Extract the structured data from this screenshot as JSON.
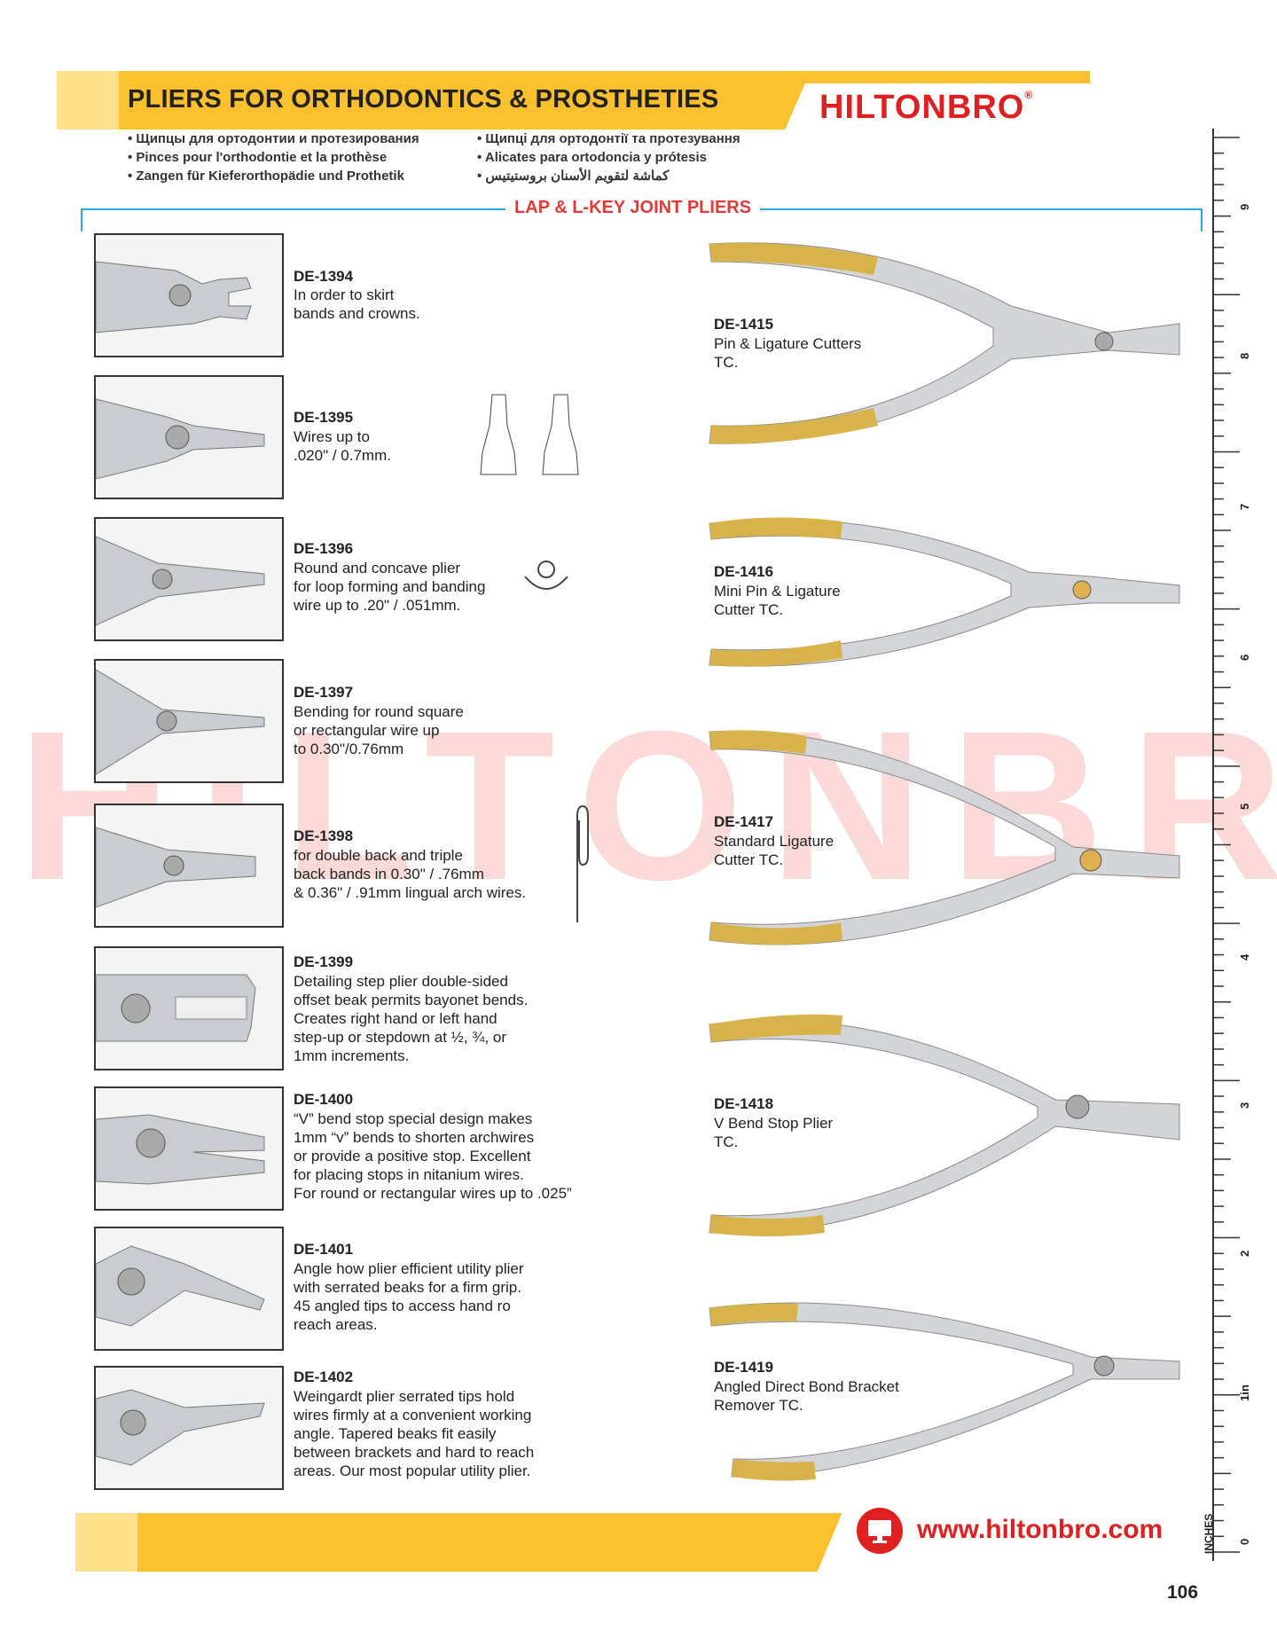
{
  "header": {
    "title": "PLIERS FOR ORTHODONTICS & PROSTHETIES",
    "brand": "HILTONBRO",
    "brand_mark": "®",
    "languages_left": [
      "Щипцы для ортодонтии и протезирования",
      "Pinces pour l'orthodontie et la prothèse",
      "Zangen für Kieferorthopädie und Prothetik"
    ],
    "languages_right": [
      "Щипці для ортодонтії та протезування",
      "Alicates para ortodoncia y prótesis",
      "كماشة لتقويم الأسنان بروستيتيس"
    ]
  },
  "section_title": "LAP & L-KEY JOINT PLIERS",
  "left_items": [
    {
      "code": "DE-1394",
      "desc": "In order to skirt\nbands and crowns."
    },
    {
      "code": "DE-1395",
      "desc": "Wires up to\n.020\" / 0.7mm."
    },
    {
      "code": "DE-1396",
      "desc": "Round and concave plier\nfor loop forming and banding\nwire up to .20\" / .051mm."
    },
    {
      "code": "DE-1397",
      "desc": "Bending for round square\nor rectangular wire up\nto 0.30\"/0.76mm"
    },
    {
      "code": "DE-1398",
      "desc": "for double back and triple\nback bands in 0.30\" / .76mm\n& 0.36\" / .91mm lingual arch wires."
    },
    {
      "code": "DE-1399",
      "desc": "Detailing step plier double-sided\noffset beak permits bayonet bends.\nCreates right hand or left hand\nstep-up or stepdown at ½, ¾, or\n1mm increments."
    },
    {
      "code": "DE-1400",
      "desc": "“V” bend stop special design makes\n1mm “v” bends to shorten archwires\nor provide a positive stop. Excellent\nfor placing stops in nitanium wires.\nFor round or rectangular wires up to .025”"
    },
    {
      "code": "DE-1401",
      "desc": "Angle how plier efficient utility plier\nwith serrated beaks for a firm grip.\n45 angled tips to access hand ro\nreach areas."
    },
    {
      "code": "DE-1402",
      "desc": "Weingardt plier serrated tips hold\nwires firmly at a convenient working\nangle. Tapered beaks fit easily\nbetween brackets and hard to reach\nareas. Our most popular utility plier."
    }
  ],
  "right_items": [
    {
      "code": "DE-1415",
      "desc": "Pin & Ligature Cutters\nTC."
    },
    {
      "code": "DE-1416",
      "desc": "Mini Pin & Ligature\nCutter TC."
    },
    {
      "code": "DE-1417",
      "desc": "Standard Ligature\nCutter TC."
    },
    {
      "code": "DE-1418",
      "desc": "V Bend Stop Plier\nTC."
    },
    {
      "code": "DE-1419",
      "desc": "Angled Direct Bond Bracket\nRemover TC."
    }
  ],
  "ruler": {
    "unit_label": "INCHES",
    "numbers": [
      "0",
      "1in",
      "2",
      "3",
      "4",
      "5",
      "6",
      "7",
      "8",
      "9"
    ]
  },
  "watermark": "HILTONBRO",
  "footer": {
    "website": "www.hiltonbro.com",
    "page_number": "106"
  },
  "colors": {
    "accent_yellow": "#fbc02d",
    "brand_red": "#e02020",
    "section_blue": "#29a9df"
  }
}
